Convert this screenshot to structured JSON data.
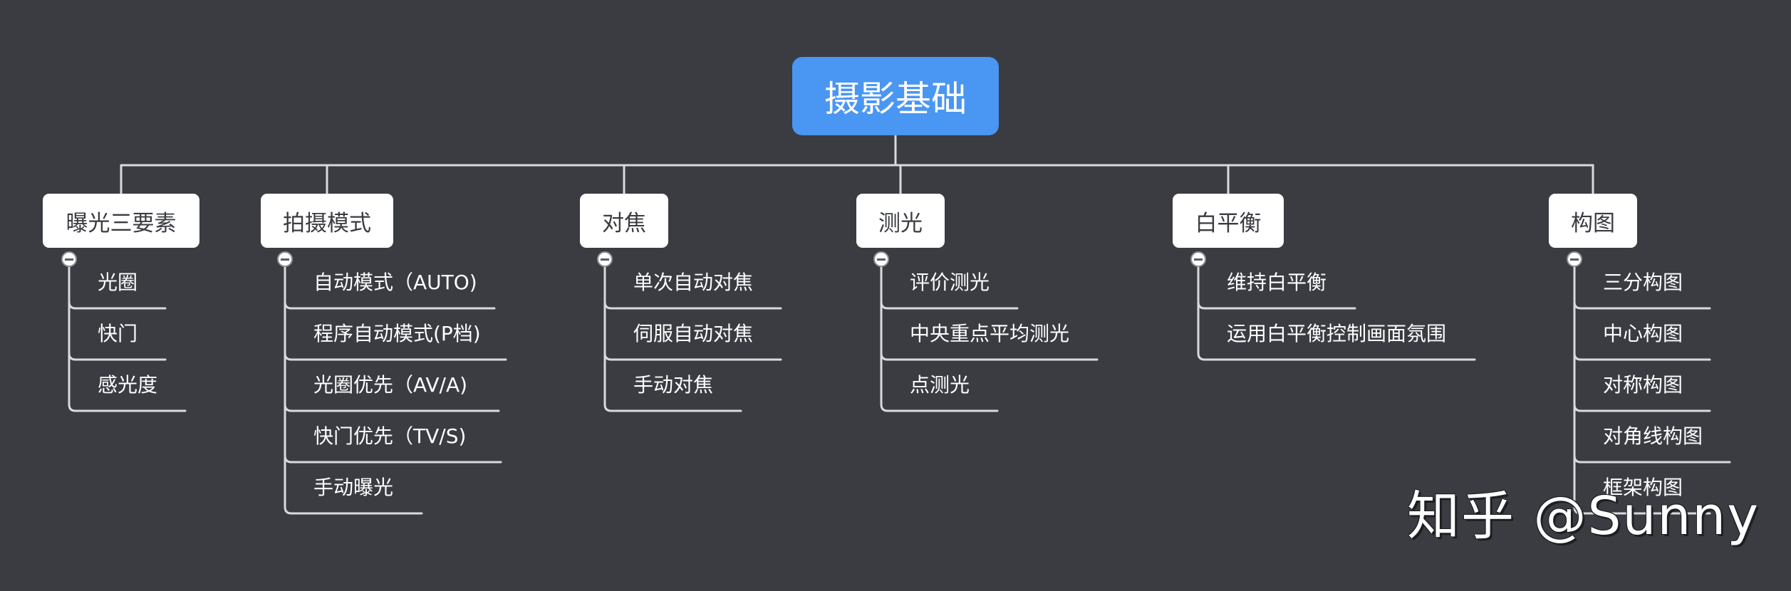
{
  "root": {
    "label": "摄影基础"
  },
  "branches": [
    {
      "label": "曝光三要素",
      "leaves": [
        "光圈",
        "快门",
        "感光度"
      ]
    },
    {
      "label": "拍摄模式",
      "leaves": [
        "自动模式（AUTO)",
        "程序自动模式(P档)",
        "光圈优先（AV/A)",
        "快门优先（TV/S)",
        "手动曝光"
      ]
    },
    {
      "label": "对焦",
      "leaves": [
        "单次自动对焦",
        "伺服自动对焦",
        "手动对焦"
      ]
    },
    {
      "label": "测光",
      "leaves": [
        "评价测光",
        "中央重点平均测光",
        "点测光"
      ]
    },
    {
      "label": "白平衡",
      "leaves": [
        "维持白平衡",
        "运用白平衡控制画面氛围"
      ]
    },
    {
      "label": "构图",
      "leaves": [
        "三分构图",
        "中心构图",
        "对称构图",
        "对角线构图",
        "框架构图"
      ]
    }
  ],
  "watermark": {
    "text": "知乎 @Sunny"
  },
  "colors": {
    "background": "#3a3c42",
    "root": "#4a96f3",
    "node": "#ffffff",
    "line": "#d9dadc"
  }
}
